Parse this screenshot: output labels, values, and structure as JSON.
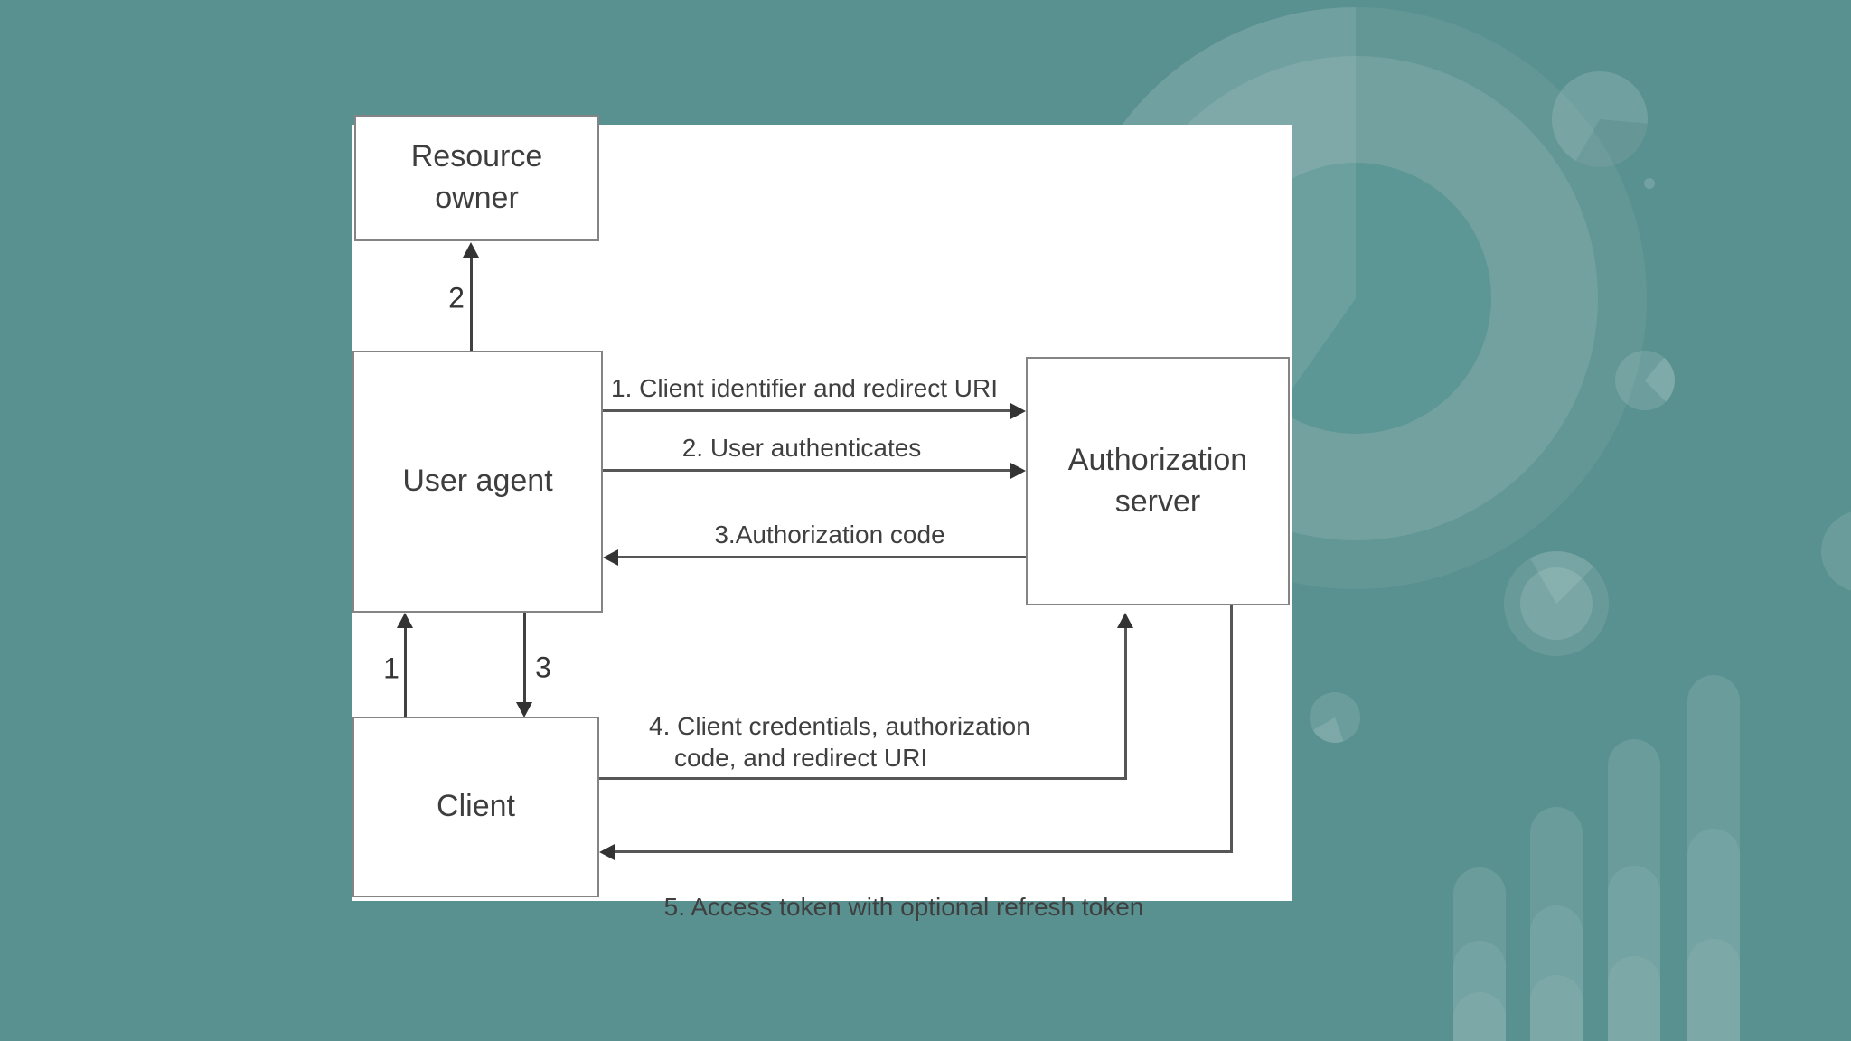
{
  "background": {
    "color": "#599190",
    "panel_color": "#ffffff"
  },
  "diagram": {
    "nodes": {
      "resource_owner": {
        "label": "Resource owner"
      },
      "user_agent": {
        "label": "User agent"
      },
      "authorization_server": {
        "label": "Authorization server"
      },
      "client": {
        "label": "Client"
      }
    },
    "edges": {
      "user_agent_to_resource_owner": {
        "number": "2"
      },
      "client_to_user_agent": {
        "number": "1"
      },
      "user_agent_to_client": {
        "number": "3"
      },
      "msg1": {
        "label": "1. Client identifier and redirect URI"
      },
      "msg2": {
        "label": "2. User authenticates"
      },
      "msg3": {
        "label": "3.Authorization code"
      },
      "msg4": {
        "label_line1": "4. Client credentials, authorization",
        "label_line2": "code, and redirect URI"
      },
      "msg5": {
        "label": "5. Access token with optional refresh token"
      }
    },
    "decoration_icons": [
      "pie-chart-ring-large",
      "pie-chart-small-top-right",
      "pie-chart-small-mid-right",
      "pie-chart-center-right",
      "pie-chart-small-left",
      "bar-chart-rounded-bars"
    ]
  }
}
